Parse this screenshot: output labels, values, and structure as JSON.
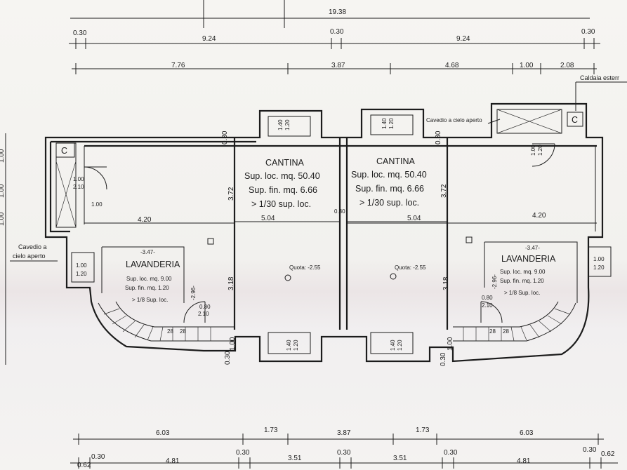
{
  "dims": {
    "top_total": "19.38",
    "top_row2": [
      "0.30",
      "9.24",
      "0.30",
      "9.24",
      "0.30"
    ],
    "top_row3": [
      "7.76",
      "3.87",
      "4.68",
      "1.00",
      "2.08"
    ],
    "bottom_row1": [
      "6.03",
      "1.73",
      "3.87",
      "1.73",
      "6.03"
    ],
    "bottom_row2": [
      "0.62",
      "0.30",
      "4.81",
      "0.30",
      "3.51",
      "0.30",
      "3.51",
      "0.30",
      "4.81",
      "0.30",
      "0.62"
    ],
    "left_side": [
      "1.00",
      "1.00",
      "1.00"
    ]
  },
  "labels": {
    "caldaia": "Caldaia esterr",
    "cavedio_top": "Cavedio a cielo aperto",
    "cavedio_left_1": "Cavedio a",
    "cavedio_left_2": "cielo aperto",
    "boiler_symbol": "C"
  },
  "cantina": {
    "title": "CANTINA",
    "sup_loc": "Sup. loc. mq. 50.40",
    "sup_fin": "Sup. fin. mq. 6.66",
    "ratio": "> 1/30 sup. loc.",
    "quota": "Quota: -2.55"
  },
  "lavanderia": {
    "title": "LAVANDERIA",
    "height": "-3.47-",
    "sup_loc": "Sup. loc. mq. 9.00",
    "sup_fin": "Sup. fin. mq. 1.20",
    "ratio": "> 1/8 Sup. loc.",
    "height_side": "-2.96-"
  },
  "internal": {
    "w_left": "4.20",
    "w_mid": "5.04",
    "h_upper": "3.72",
    "h_lower": "3.18",
    "wall_030": "0.30",
    "win_100": "1.00",
    "win_120": "1.20",
    "win_140": "1.40",
    "door_100": "1.00",
    "door_210": "2.10",
    "door_080": "0.80",
    "step_28": "28",
    "cav_door_100": "1.00",
    "cav_door_120": "1.20"
  }
}
